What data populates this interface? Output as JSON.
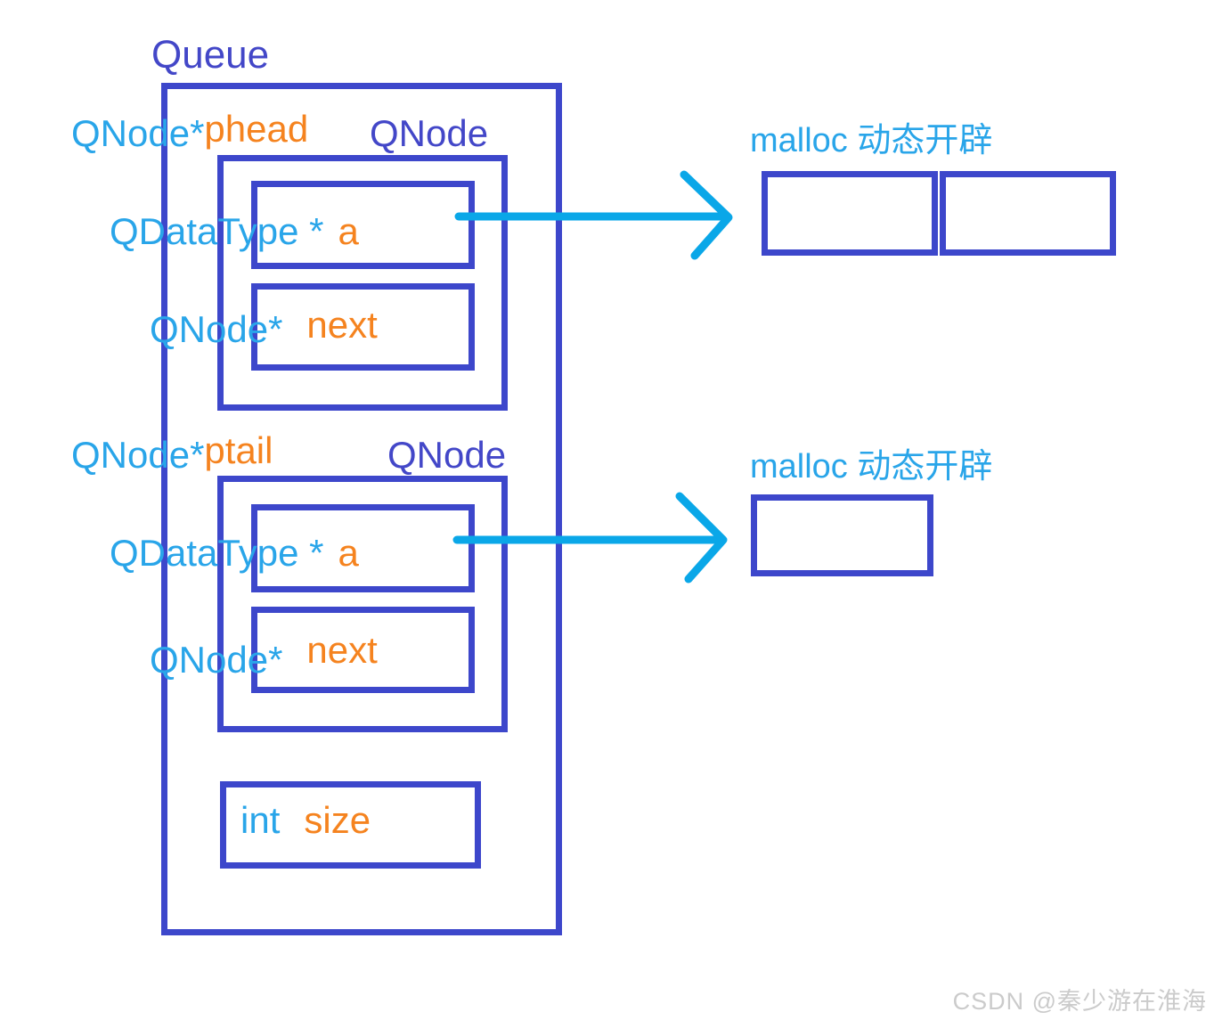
{
  "colors": {
    "border_blue": "#3d47cb",
    "label_dark_blue": "#4347c8",
    "type_cyan": "#29a5e9",
    "name_orange": "#f5831f",
    "arrow_cyan": "#0aa7e8",
    "watermark_gray": "#cbcbcb"
  },
  "title": "Queue",
  "queue": {
    "phead": {
      "type": "QNode*",
      "name": "phead"
    },
    "ptail": {
      "type": "QNode*",
      "name": "ptail"
    },
    "size": {
      "type": "int",
      "name": "size"
    }
  },
  "node1": {
    "label": "QNode",
    "a": {
      "type": "QDataType *",
      "name": "a"
    },
    "next": {
      "type": "QNode*",
      "name": "next"
    }
  },
  "node2": {
    "label": "QNode",
    "a": {
      "type": "QDataType *",
      "name": "a"
    },
    "next": {
      "type": "QNode*",
      "name": "next"
    }
  },
  "malloc1": {
    "label": "malloc 动态开辟"
  },
  "malloc2": {
    "label": "malloc 动态开辟"
  },
  "watermark": "CSDN @秦少游在淮海"
}
